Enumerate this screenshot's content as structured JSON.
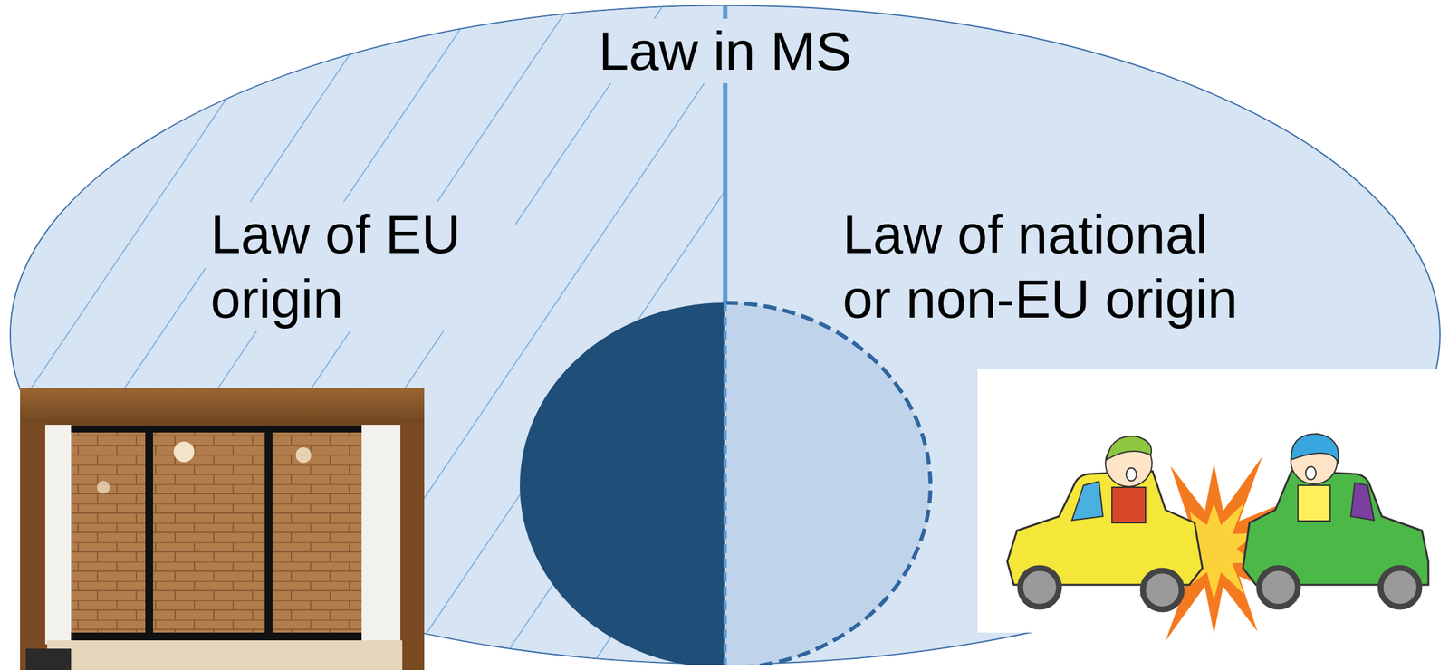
{
  "diagram": {
    "nodes": [
      {
        "text": [
          "Law in MS"
        ]
      },
      {
        "text": [
          "Law of EU origin"
        ],
        "in": 0
      },
      {
        "text": [
          "Law of national or non-EU origin"
        ],
        "in": 0
      }
    ]
  }
}
